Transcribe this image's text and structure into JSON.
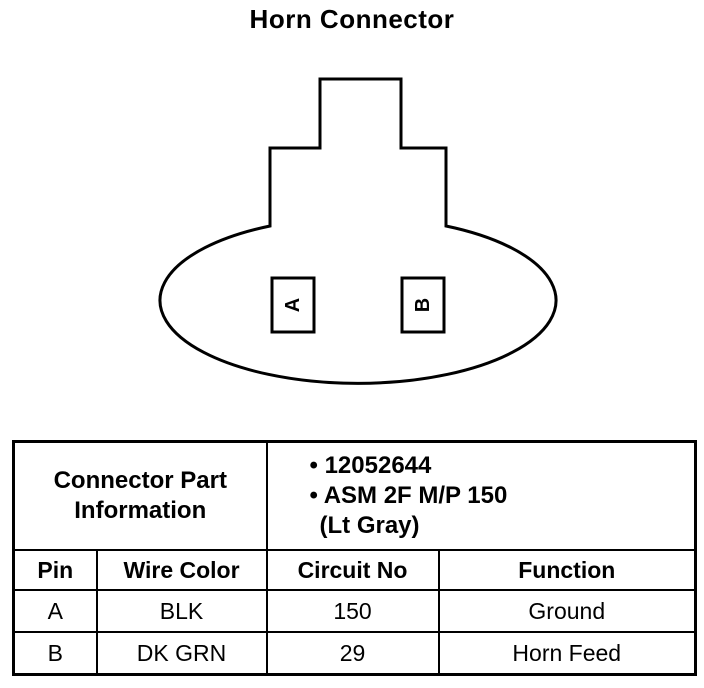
{
  "title": "Horn Connector",
  "connector": {
    "pins": [
      "A",
      "B"
    ]
  },
  "part_info": {
    "label_line1": "Connector Part",
    "label_line2": "Information",
    "lines": [
      "• 12052644",
      "• ASM 2F M/P 150",
      "(Lt Gray)"
    ]
  },
  "table": {
    "headers": [
      "Pin",
      "Wire Color",
      "Circuit No",
      "Function"
    ],
    "rows": [
      [
        "A",
        "BLK",
        "150",
        "Ground"
      ],
      [
        "B",
        "DK GRN",
        "29",
        "Horn Feed"
      ]
    ]
  }
}
